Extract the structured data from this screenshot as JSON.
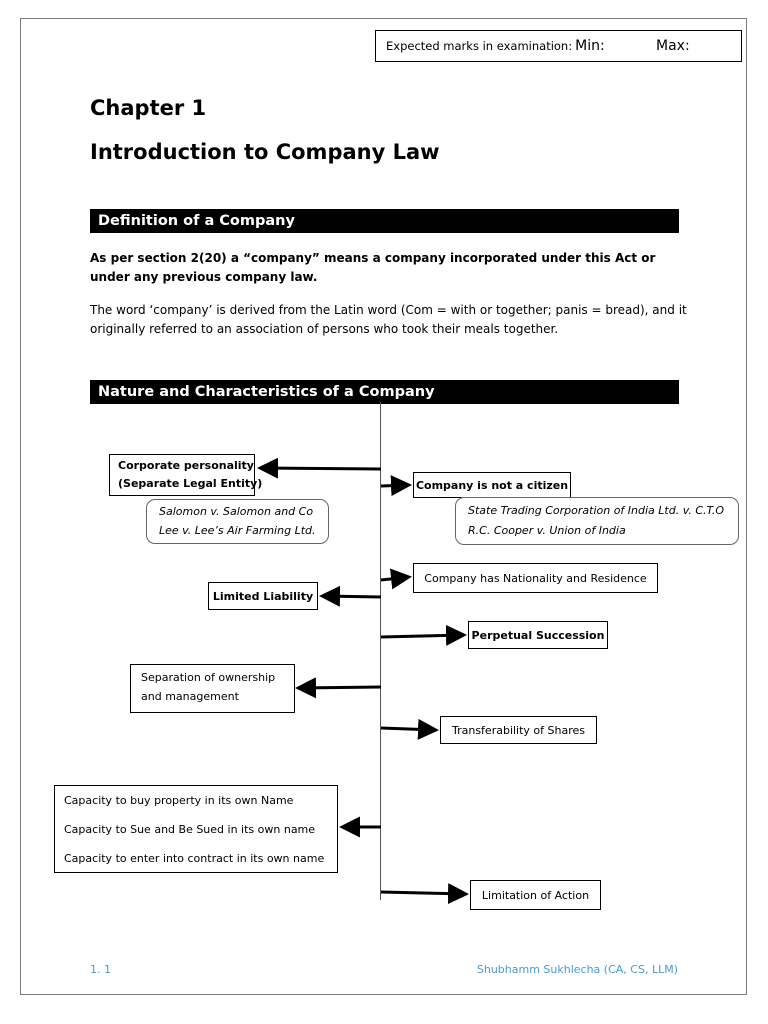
{
  "header": {
    "marks_label": "Expected marks in examination:",
    "min_label": "Min:",
    "max_label": "Max:"
  },
  "chapter": "Chapter 1",
  "title": "Introduction to Company Law",
  "definition": {
    "heading": "Definition of a Company",
    "bold_text": "As per section 2(20) a “company” means a company incorporated under this Act or under any previous company law.",
    "text": "The word ‘company’ is derived from the Latin word (Com = with or together; panis = bread), and it originally referred to an association of persons who took their meals together."
  },
  "nature": {
    "heading": "Nature and Characteristics of a Company",
    "corporate_personality": [
      "Corporate personality",
      "(Separate Legal Entity)"
    ],
    "corporate_cases": [
      "Salomon v. Salomon and Co",
      "Lee v. Lee’s Air Farming Ltd."
    ],
    "not_citizen": "Company is not a citizen",
    "not_citizen_cases": [
      "State Trading Corporation of India Ltd. v. C.T.O",
      "R.C. Cooper v. Union of India"
    ],
    "nationality": "Company has Nationality and Residence",
    "limited_liability": "Limited Liability",
    "perpetual_succession": "Perpetual Succession",
    "separation": [
      "Separation of ownership",
      "and management"
    ],
    "transferability": "Transferability of Shares",
    "capacities": [
      "Capacity to buy property in its own Name",
      "Capacity to Sue and Be Sued in its own name",
      "Capacity to enter into contract in its own name"
    ],
    "limitation": "Limitation of Action"
  },
  "footer": {
    "page": "1. 1",
    "author": "Shubhamm Sukhlecha (CA, CS, LLM)"
  }
}
